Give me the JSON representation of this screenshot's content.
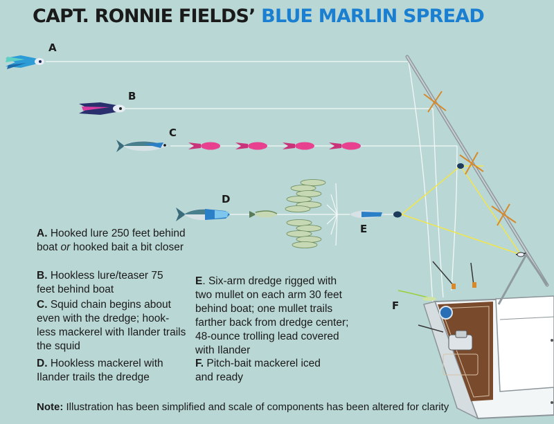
{
  "title": {
    "part1": "CAPT. RONNIE FIELDS’",
    "part2": "BLUE MARLIN SPREAD"
  },
  "colors": {
    "background": "#b9d7d4",
    "title_blue": "#1a7fd1",
    "squid_pink": "#e8418f",
    "yellow_line": "#f2e64b",
    "deck_brown": "#7a4a2c"
  },
  "labels": {
    "a": "A",
    "b": "B",
    "c": "C",
    "d": "D",
    "e": "E",
    "f": "F"
  },
  "notes": {
    "a": {
      "key": "A.",
      "text": "Hooked lure 250 feet behind boat",
      "em": "or",
      "text2": "hooked bait a bit closer"
    },
    "b": {
      "key": "B.",
      "text": "Hookless lure/teaser 75 feet behind boat"
    },
    "c": {
      "key": "C.",
      "text": "Squid chain begins about even with the dredge; hook-less mackerel with Ilander trails the squid"
    },
    "d": {
      "key": "D.",
      "text": "Hookless mackerel with Ilander trails the dredge"
    },
    "e": {
      "key": "E",
      "text": ". Six-arm dredge rigged with two mullet on each arm 30 feet behind boat; one mullet trails farther back from dredge center; 48-ounce trolling lead covered with Ilander"
    },
    "f": {
      "key": "F.",
      "text": "Pitch-bait mackerel iced and ready"
    }
  },
  "footnote": {
    "key": "Note:",
    "text": "Illustration has been simplified and scale of components has been altered for clarity"
  }
}
